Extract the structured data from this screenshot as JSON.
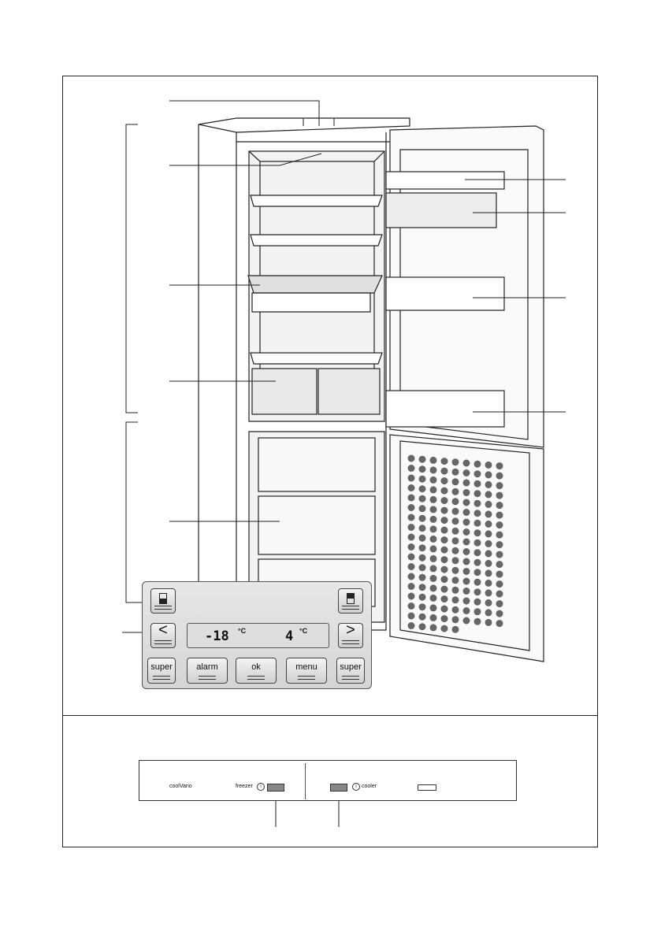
{
  "panel": {
    "left_arrow": "<",
    "right_arrow": ">",
    "freezer_temp": "-18",
    "cooler_temp": "4",
    "unit": "°C",
    "buttons": {
      "super_left": "super",
      "alarm": "alarm",
      "ok": "ok",
      "menu": "menu",
      "super_right": "super"
    }
  },
  "strip": {
    "coolvario": "coolVario",
    "freezer": "freezer",
    "cooler": "cooler",
    "info_glyph": "i"
  },
  "colors": {
    "line": "#222222",
    "panel_bg": "#dcdcdc",
    "button_fill": "#888888"
  }
}
